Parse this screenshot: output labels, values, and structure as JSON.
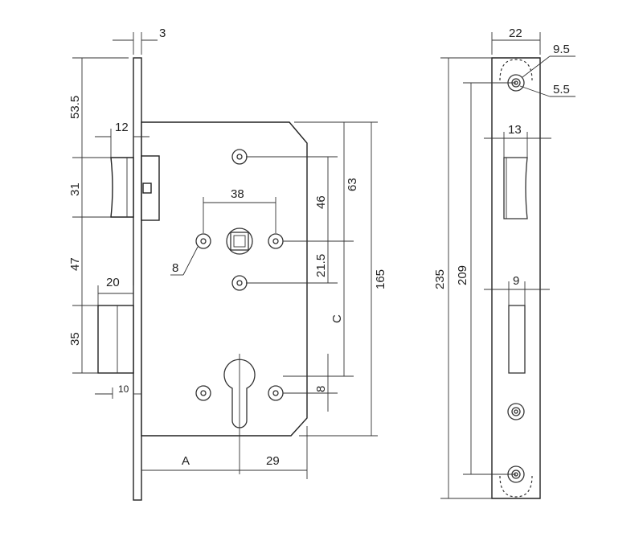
{
  "dims": {
    "d3": "3",
    "d53_5": "53.5",
    "d12": "12",
    "d31": "31",
    "d47": "47",
    "d20": "20",
    "d35": "35",
    "d10": "10",
    "d38": "38",
    "d8_hole": "8",
    "d46": "46",
    "d63": "63",
    "d21_5": "21.5",
    "d165": "165",
    "dC": "C",
    "d8_cyl": "8",
    "dA": "A",
    "d29": "29",
    "d22": "22",
    "d9_5": "9.5",
    "d5_5": "5.5",
    "d13": "13",
    "d235": "235",
    "d209": "209",
    "d9": "9"
  }
}
